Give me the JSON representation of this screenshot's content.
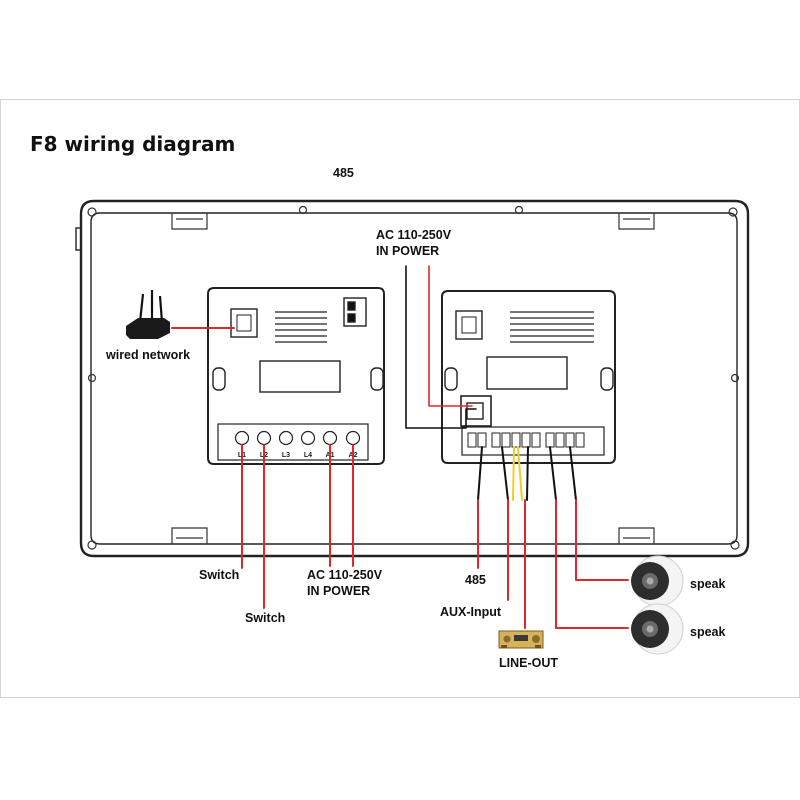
{
  "title": "F8 wiring diagram",
  "labels": {
    "top_485": "485",
    "ac_top_line1": "AC 110-250V",
    "ac_top_line2": "IN POWER",
    "wired_network": "wired network",
    "switch_1": "Switch",
    "switch_2": "Switch",
    "ac_bottom_line1": "AC 110-250V",
    "ac_bottom_line2": "IN POWER",
    "bottom_485": "485",
    "aux_input": "AUX-Input",
    "line_out": "LINE-OUT",
    "speak_1": "speak",
    "speak_2": "speak"
  },
  "terminals_left": [
    "L1",
    "L2",
    "L3",
    "L4",
    "A1",
    "A2"
  ],
  "colors": {
    "wire_red": "#e3262b",
    "wire_black": "#111111",
    "wire_yellow": "#f2cc2a",
    "panel_outline": "#222222",
    "device_gold": "#d8b25a"
  },
  "icons": {
    "router": "wifi-router-icon",
    "amplifier": "amplifier-icon",
    "speaker": "ceiling-speaker-icon"
  }
}
